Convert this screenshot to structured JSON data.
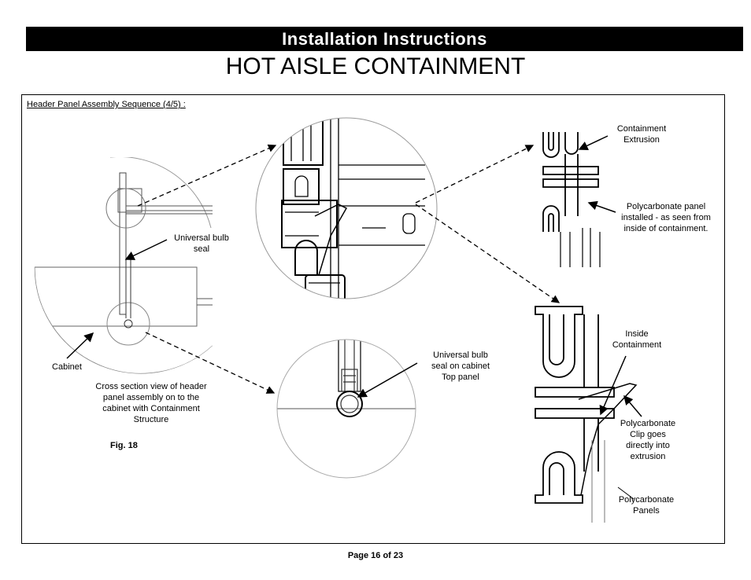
{
  "header": {
    "banner": "Installation Instructions",
    "title": "HOT AISLE CONTAINMENT"
  },
  "section": {
    "label": "Header Panel Assembly Sequence (4/5) :"
  },
  "labels": {
    "universal_bulb_seal": "Universal bulb\nseal",
    "cabinet": "Cabinet",
    "cross_section": "Cross section view of header\npanel assembly on to the\ncabinet with Containment\nStructure",
    "fig": "Fig. 18",
    "bulb_seal_top": "Universal bulb\nseal on cabinet\nTop panel",
    "containment_extrusion": "Containment\nExtrusion",
    "poly_installed": "Polycarbonate panel\ninstalled - as seen from\ninside of containment.",
    "inside_containment": "Inside\nContainment",
    "poly_clip": "Polycarbonate\nClip goes\ndirectly into\nextrusion",
    "poly_panels": "Polycarbonate\nPanels"
  },
  "footer": {
    "page": "Page 16 of 23"
  }
}
